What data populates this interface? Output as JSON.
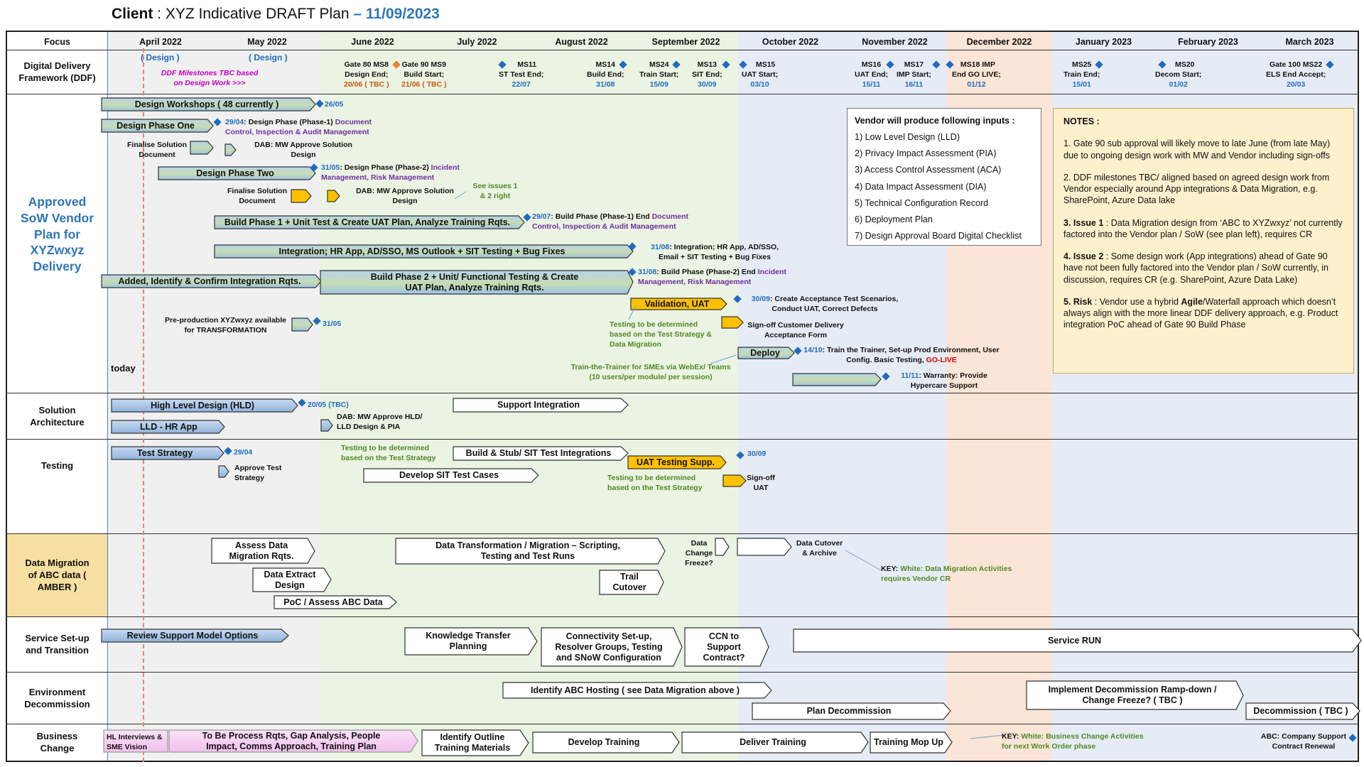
{
  "title": {
    "client_label": "Client",
    "rest": " : XYZ Indicative DRAFT Plan ",
    "dash": "–",
    "date": "11/09/2023"
  },
  "columns": {
    "focus": "Focus",
    "months": [
      "April 2022",
      "May 2022",
      "June 2022",
      "July 2022",
      "August 2022",
      "September 2022",
      "October 2022",
      "November 2022",
      "December 2022",
      "January 2023",
      "February 2023",
      "March 2023"
    ]
  },
  "colors": {
    "grey": "#f0f0f0",
    "green": "#ebf3e2",
    "blue": "#e6ecf5",
    "peach": "#fbe5d6",
    "amber": "#f6dfa0",
    "bar_gradient": "#9dc3e6",
    "gold": "#ffc000",
    "notes_bg": "#fdf0cd",
    "today": "#ec7c7c",
    "milestone": "#1f6cbf"
  },
  "rows": {
    "ddf": "Digital Delivery Framework (DDF)",
    "approved": "Approved SoW Vendor Plan for XYZwxyz Delivery",
    "solution": "Solution Architecture",
    "testing": "Testing",
    "migration": "Data Migration of ABC data ( AMBER )",
    "service": "Service Set-up and Transition",
    "environment": "Environment Decommission",
    "business": "Business Change"
  },
  "ddf": {
    "design_apr": "( Design )",
    "design_may": "( Design )",
    "tbc_note": "DDF Milestones TBC based on Design Work >>>",
    "gate80": {
      "name": "Gate 80 MS8",
      "label": "Design End;",
      "date": "20/06 ( TBC )"
    },
    "gate90": {
      "name": "Gate 90 MS9",
      "label": "Build Start;",
      "date": "21/06 ( TBC )"
    },
    "ms11": {
      "name": "MS11",
      "label": "ST Test End;",
      "date": "22/07"
    },
    "ms14": {
      "name": "MS14",
      "label": "Build End;",
      "date": "31/08"
    },
    "ms24": {
      "name": "MS24",
      "label": "Train Start;",
      "date": "15/09"
    },
    "ms13": {
      "name": "MS13",
      "label": "SIT End;",
      "date": "30/09"
    },
    "ms15": {
      "name": "MS15",
      "label": "UAT Start;",
      "date": "03/10"
    },
    "ms16": {
      "name": "MS16",
      "label": "UAT End;",
      "date": "15/11"
    },
    "ms17": {
      "name": "MS17",
      "label": "IMP Start;",
      "date": "16/11"
    },
    "ms18": {
      "name": "MS18 IMP",
      "label": "End GO LIVE;",
      "date": "01/12"
    },
    "ms25": {
      "name": "MS25",
      "label": "Train End;",
      "date": "15/01"
    },
    "ms20": {
      "name": "MS20",
      "label": "Decom Start;",
      "date": "01/02"
    },
    "gate100": {
      "name": "Gate 100 MS22",
      "label": "ELS End Accept;",
      "date": "20/03"
    }
  },
  "approved": {
    "design_workshops": "Design Workshops ( 48 currently )",
    "dw_date": "26/05",
    "design_phase_one": "Design Phase One",
    "dp1_date": "29/04",
    "dp1_text": ": Design Phase (Phase-1) ",
    "dp1_purple": "Document Control, Inspection & Audit Management",
    "finalise1": "Finalise Solution Document",
    "dab1": "DAB: MW Approve Solution Design",
    "design_phase_two": "Design Phase Two",
    "dp2_date": "31/05",
    "dp2_text": ": Design Phase (Phase-2) ",
    "dp2_purple": "Incident Management, Risk Management",
    "finalise2": "Finalise Solution Document",
    "dab2": "DAB: MW Approve Solution Design",
    "see_issues": "See issues 1 & 2 right",
    "build1": "Build Phase 1 + Unit Test & Create UAT Plan, Analyze Training Rqts.",
    "b1_date": "29/07",
    "b1_text": ": Build Phase (Phase-1) End ",
    "b1_purple": "Document Control, Inspection & Audit Management",
    "integration": "Integration; HR App, AD/SSO, MS Outlook + SIT Testing + Bug Fixes",
    "int_date": "31/08",
    "int_text": ": Integration; HR App, AD/SSO, Email + SIT Testing + Bug Fixes",
    "added": "Added, Identify & Confirm Integration Rqts.",
    "build2": "Build Phase 2 + Unit/ Functional Testing & Create UAT Plan, Analyze Training Rqts.",
    "b2_date": "31/08",
    "b2_text": ": Build Phase (Phase-2) End ",
    "b2_purple": "Incident Management, Risk Management",
    "validation": "Validation, UAT",
    "val_date": "30/09",
    "val_text": ": Create Acceptance Test Scenarios, Conduct UAT, Correct Defects",
    "preprod": "Pre-production XYZwxyz available for TRANSFORMATION",
    "pp_date": "31/05",
    "testing_tbd": "Testing to be determined based on the Test Strategy & Data Migration",
    "signoff": "Sign-off Customer Delivery Acceptance Form",
    "deploy": "Deploy",
    "dep_date": "14/10",
    "dep_text": ": Train the Trainer, Set-up Prod Environment, User Config. Basic Testing, ",
    "golive": "GO-LIVE",
    "ttt": "Train-the-Trainer for SMEs via WebEx/ Teams (10 users/per module/ per session)",
    "today": "today",
    "war_date": "11/11",
    "war_text": ": Warranty: Provide Hypercare Support"
  },
  "vendor": {
    "title": "Vendor will produce following inputs :",
    "items": [
      "1) Low Level Design (LLD)",
      "2) Privacy Impact Assessment (PIA)",
      "3) Access Control Assessment (ACA)",
      "4) Data Impact Assessment (DIA)",
      "5) Technical Configuration Record",
      "6) Deployment Plan",
      "7) Design Approval Board Digital Checklist"
    ]
  },
  "notes": {
    "title": "NOTES :",
    "n1": "1. Gate 90 sub approval will likely move to late June (from late May) due to ongoing design work with MW and Vendor including sign-offs",
    "n2": "2. DDF milestones TBC/ aligned based on agreed design work from Vendor especially around App integrations & Data Migration, e.g. SharePoint, Azure Data lake",
    "n3_label": "3. Issue 1",
    "n3": " : Data Migration design from ‘ABC to XYZwxyz’ not currently factored into the Vendor plan / SoW (see plan left), requires CR",
    "n4_label": "4. Issue 2",
    "n4": " : Some design work (App integrations) ahead of Gate 90 have not been fully factored into the Vendor plan / SoW currently, in discussion, requires CR (e.g. SharePoint, Azure Data Lake)",
    "n5_label": "5. Risk",
    "n5_a": " : Vendor use a hybrid ",
    "n5_agile": "Agile",
    "n5_b": "/Waterfall approach which doesn’t always align with the more linear DDF delivery approach, e.g. Product integration PoC ahead of Gate 90 Build Phase"
  },
  "solution": {
    "hld": "High Level Design (HLD)",
    "hld_date": "20/05 (TBC)",
    "lld": "LLD - HR App",
    "dab": "DAB: MW Approve HLD/ LLD Design & PIA",
    "support": "Support Integration"
  },
  "testing": {
    "strategy": "Test Strategy",
    "ts_date": "29/04",
    "approve": "Approve Test Strategy",
    "tbd1": "Testing to be determined based on the Test Strategy",
    "build_stub": "Build & Stub/ SIT Test Integrations",
    "develop_sit": "Develop SIT Test Cases",
    "uat_supp": "UAT Testing Supp.",
    "uat_date": "30/09",
    "tbd2": "Testing to be determined based on the Test Strategy",
    "signoff_uat": "Sign-off UAT"
  },
  "migration": {
    "assess": "Assess Data Migration Rqts.",
    "extract": "Data Extract Design",
    "poc": "PoC / Assess ABC Data",
    "transform": "Data Transformation / Migration – Scripting, Testing and Test Runs",
    "trail": "Trail Cutover",
    "freeze": "Data Change Freeze?",
    "cutover": "Data Cutover & Archive",
    "key_label": "KEY: ",
    "key_text": "White: Data Migration Activities requires Vendor CR"
  },
  "service": {
    "review": "Review Support Model Options",
    "kt": "Knowledge Transfer Planning",
    "conn": "Connectivity Set-up, Resolver Groups, Testing and SNoW Configuration",
    "ccn": "CCN to Support Contract?",
    "run": "Service RUN"
  },
  "environment": {
    "identify": "Identify ABC Hosting ( see Data Migration above )",
    "plan": "Plan Decommission",
    "implement": "Implement Decommission Ramp-down / Change Freeze? ( TBC )",
    "decom": "Decommission ( TBC )"
  },
  "business": {
    "hl": "HL Interviews & SME Vision",
    "tobe": "To Be Process Rqts, Gap Analysis, People Impact, Comms Approach, Training Plan",
    "identify": "Identify Outline Training Materials",
    "develop": "Develop Training",
    "deliver": "Deliver Training",
    "mop": "Training Mop Up",
    "key_label": "KEY: ",
    "key_text": "White: Business Change Activities for next Work Order phase",
    "abc": "ABC: Company Support Contract Renewal"
  }
}
